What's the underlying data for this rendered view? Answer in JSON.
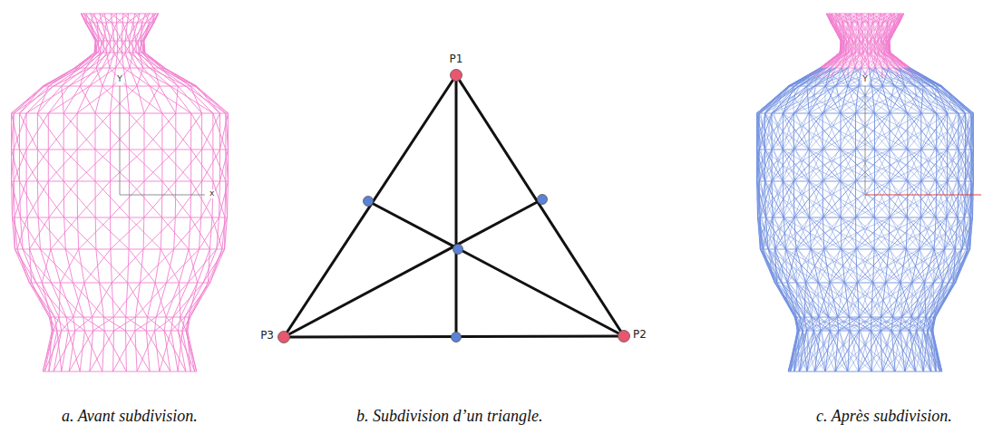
{
  "diagram": {
    "labels": [
      "Y",
      "x",
      "P1",
      "P2",
      "P3",
      "Y",
      "a. Avant subdivision.",
      "b. Subdivision d’un triangle.",
      "c. Après subdivision."
    ]
  }
}
